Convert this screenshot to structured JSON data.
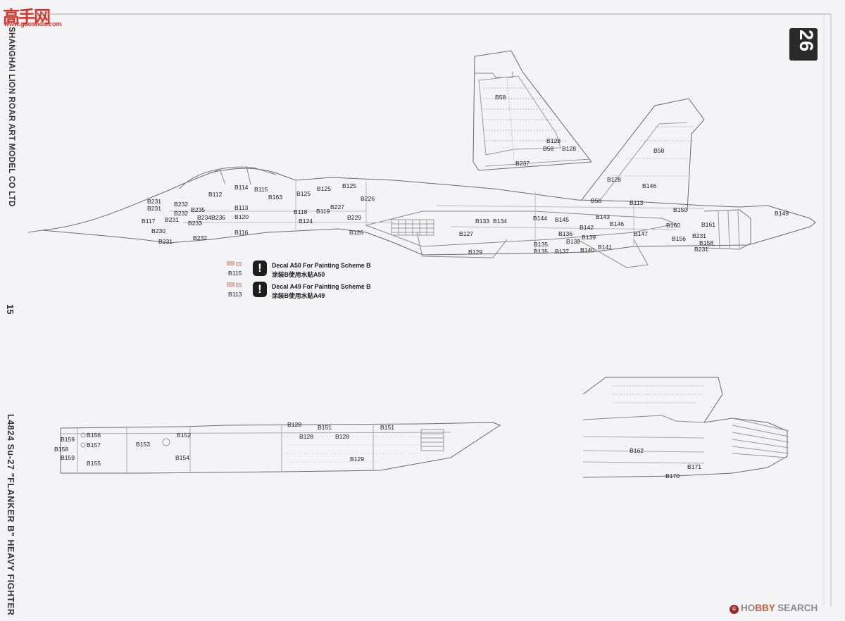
{
  "header": {
    "logo_text": "高手网",
    "logo_url": "www.gaoshou.com",
    "company": "SHANGHAI LION ROAR ART MODEL CO LTD",
    "page_number": "15",
    "step_number": "26"
  },
  "footer": {
    "product_title": "L4824  Su-27  \"FLANKER B\"  HEAVY  FIGHTER",
    "watermark_prefix": "HO",
    "watermark_o": "BBY",
    "watermark_suffix": " SEARCH"
  },
  "notes": [
    {
      "code": "B115",
      "en": "Decal A50 For Painting Scheme B",
      "zh": "涂装B使用水贴A50"
    },
    {
      "code": "B113",
      "en": "Decal A49 For Painting Scheme B",
      "zh": "涂装B使用水贴A49"
    }
  ],
  "side_view_labels": [
    "B114",
    "B115",
    "B112",
    "B163",
    "B125",
    "B125",
    "B125",
    "B226",
    "B227",
    "B231",
    "B231",
    "B232",
    "B235",
    "B232",
    "B234",
    "B236",
    "B113",
    "B120",
    "B118",
    "B119",
    "B117",
    "B231",
    "B233",
    "B124",
    "B229",
    "B230",
    "B116",
    "B126",
    "B231",
    "B232",
    "B127",
    "B129",
    "B133",
    "B134",
    "B144",
    "B145",
    "B136",
    "B142",
    "B143",
    "B146",
    "B138",
    "B139",
    "B135",
    "B137",
    "B140",
    "B141",
    "B147",
    "B135",
    "B58",
    "B113",
    "B128",
    "B146",
    "B150",
    "B160",
    "B161",
    "B149",
    "B231",
    "B156",
    "B158",
    "B231"
  ],
  "fin_labels": [
    "B58",
    "B128",
    "B58",
    "B128",
    "B237",
    "B58"
  ],
  "belly_view_labels": [
    "B159",
    "B156",
    "B158",
    "B157",
    "B159",
    "B155",
    "B153",
    "B152",
    "B154",
    "B128",
    "B151",
    "B151",
    "B128",
    "B128",
    "B129"
  ],
  "tail_detail_labels": [
    "B162",
    "B171",
    "B170"
  ]
}
